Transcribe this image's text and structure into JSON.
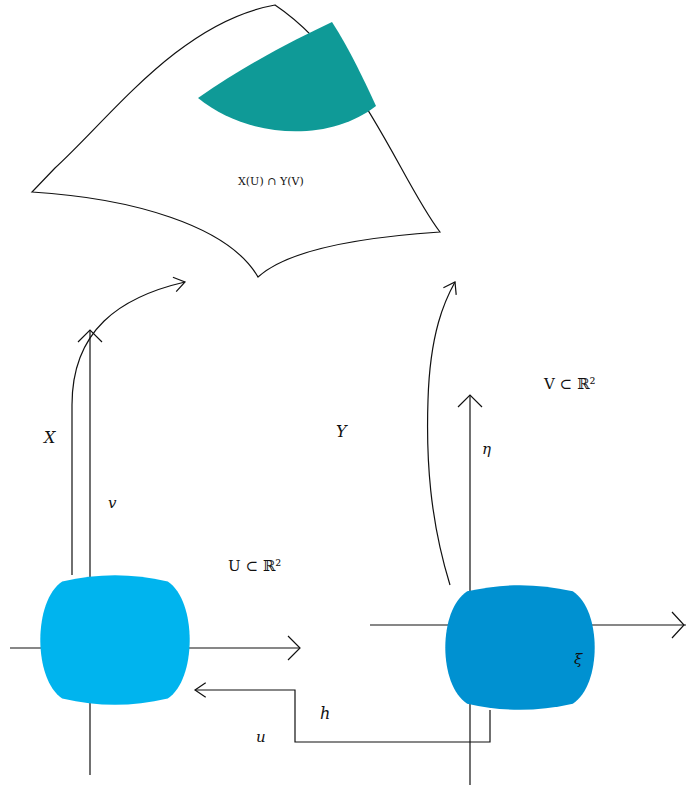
{
  "diagram": {
    "nodes": [
      {
        "text": [
          "X(U) ∩ Y(V)"
        ]
      },
      {
        "text": [
          "U ⊂ ℝ²"
        ]
      },
      {
        "text": [
          "V ⊂ ℝ²"
        ]
      }
    ],
    "edges": [
      {
        "from": 1,
        "to": 0,
        "arrow": "to",
        "label": "X"
      },
      {
        "from": 2,
        "to": 0,
        "arrow": "to",
        "label": "Y"
      },
      {
        "from": 2,
        "to": 1,
        "arrow": "to",
        "label": "h"
      }
    ],
    "labels": [
      "η",
      "v",
      "ξ",
      "u"
    ]
  }
}
